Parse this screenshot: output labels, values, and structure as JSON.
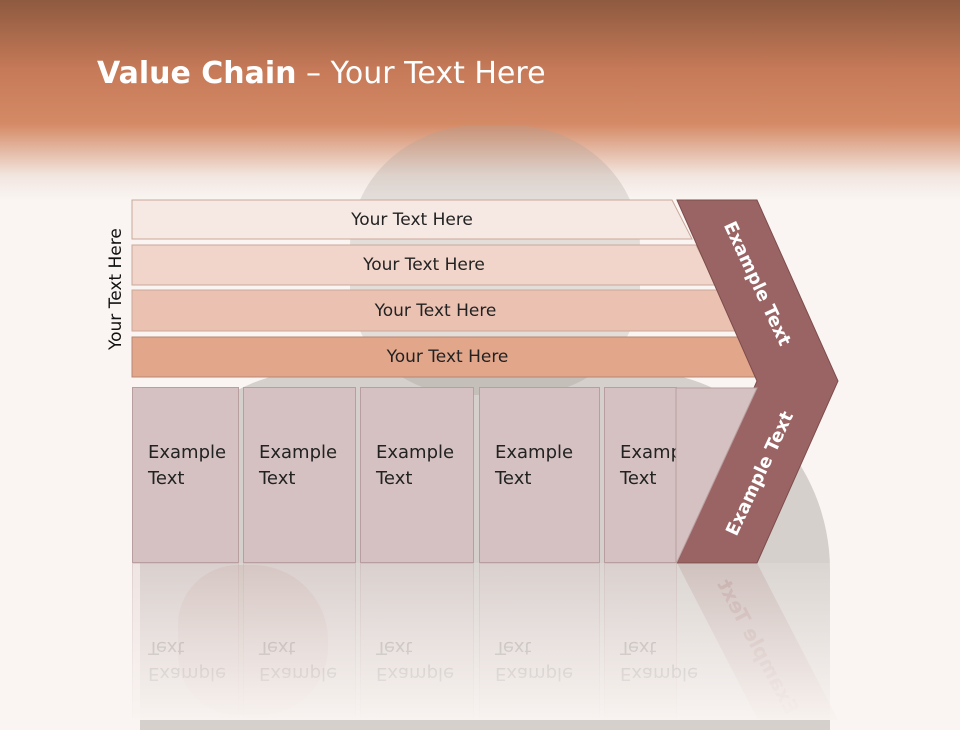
{
  "title": {
    "bold": "Value Chain",
    "rest": " – Your Text Here"
  },
  "side_label": "Your Text Here",
  "bands": [
    {
      "label": "Your Text Here",
      "color": "#f6e8e3"
    },
    {
      "label": "Your Text Here",
      "color": "#f1d5ca"
    },
    {
      "label": "Your Text Here",
      "color": "#ebc2b2"
    },
    {
      "label": "Your Text Here",
      "color": "#e2a68b"
    }
  ],
  "cards": [
    {
      "line1": "Example",
      "line2": "Text"
    },
    {
      "line1": "Example",
      "line2": "Text"
    },
    {
      "line1": "Example",
      "line2": "Text"
    },
    {
      "line1": "Example",
      "line2": "Text"
    },
    {
      "line1": "Example",
      "line2": "Text"
    }
  ],
  "chevron": {
    "top_label": "Example Text",
    "bottom_label": "Example Text",
    "color": "#9a6464"
  },
  "colors": {
    "header": "#c67a58",
    "card": "#d5c1c1",
    "chevron": "#9a6464"
  }
}
